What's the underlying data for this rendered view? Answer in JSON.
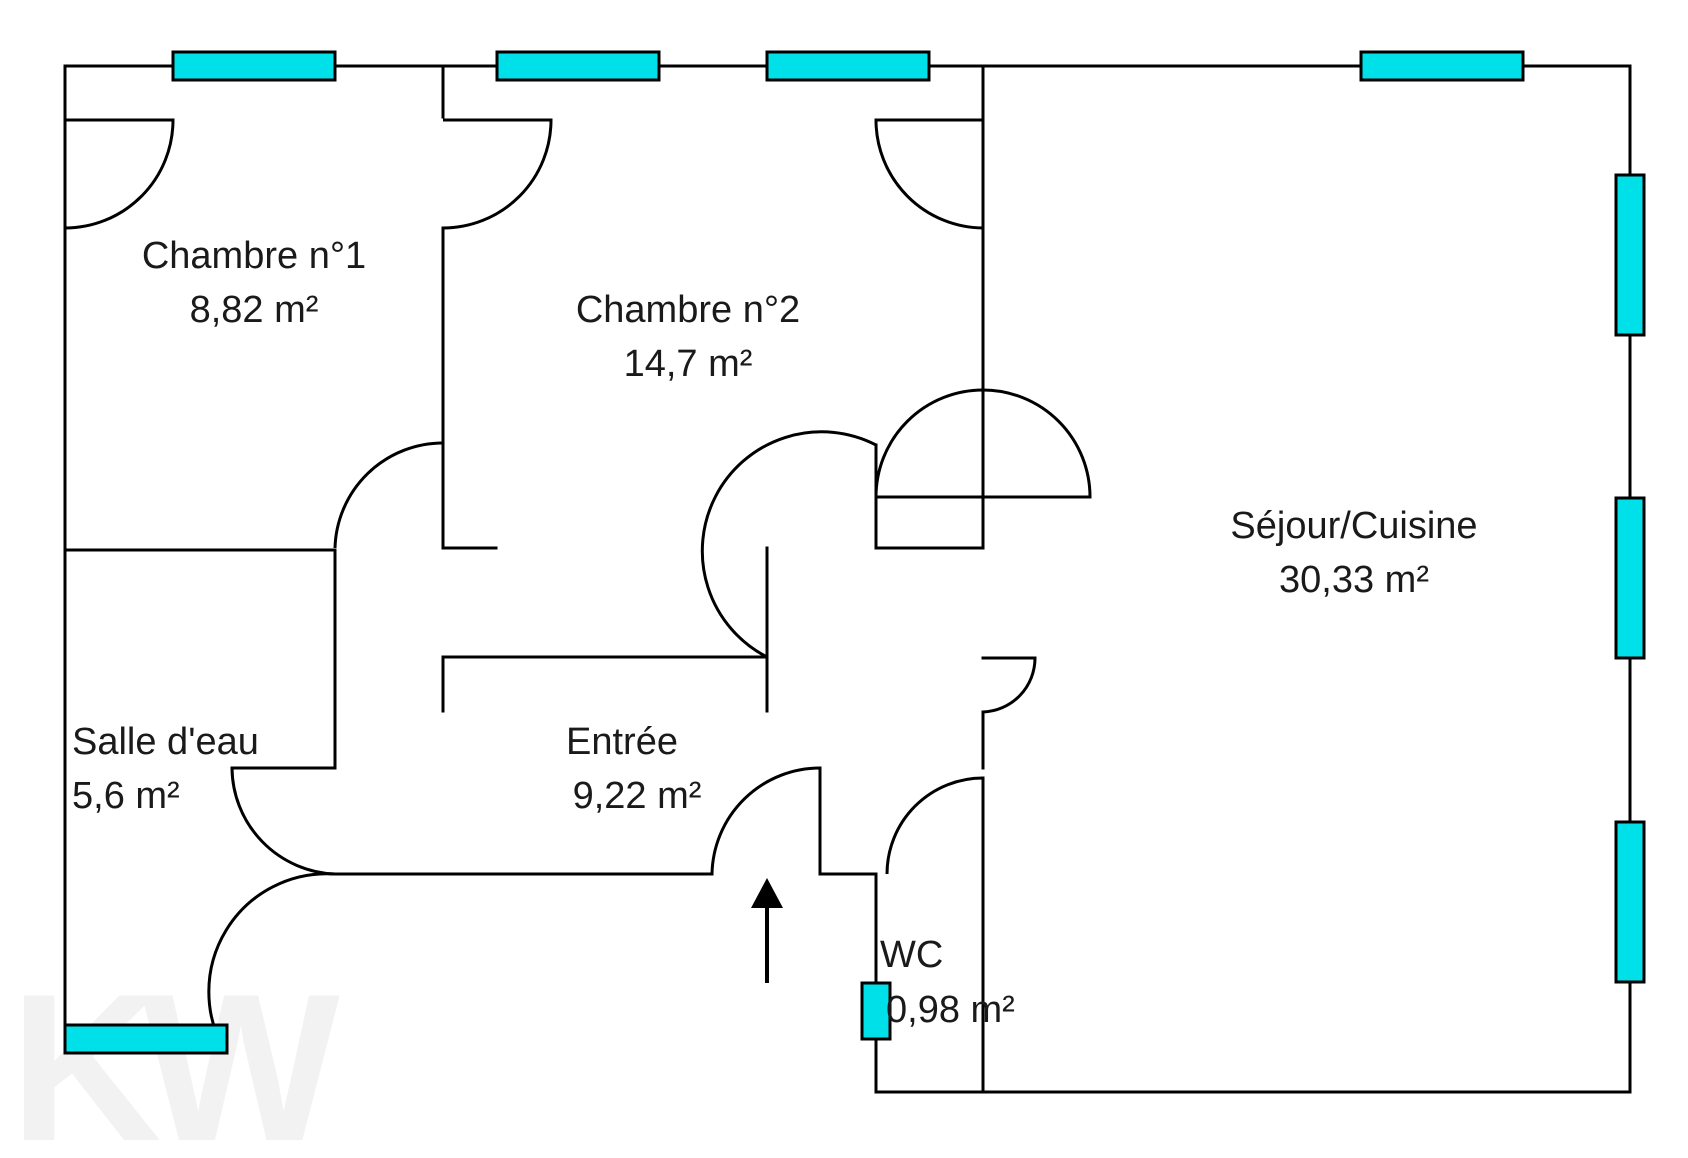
{
  "plan": {
    "rooms": [
      {
        "id": "chambre-1",
        "name": "Chambre n°1",
        "area": "8,82  m²"
      },
      {
        "id": "chambre-2",
        "name": "Chambre n°2",
        "area": "14,7  m²"
      },
      {
        "id": "sejour",
        "name": "Séjour/Cuisine",
        "area": "30,33  m²"
      },
      {
        "id": "salle-deau",
        "name": "Salle d'eau",
        "area": "5,6  m²"
      },
      {
        "id": "entree",
        "name": "Entrée",
        "area": "9,22  m²"
      },
      {
        "id": "wc",
        "name": "WC",
        "area": "0,98  m²"
      }
    ],
    "colors": {
      "walls": "#000000",
      "windows": "#00e0e8",
      "watermark": "#f2f2f2"
    },
    "watermark": "KW"
  }
}
